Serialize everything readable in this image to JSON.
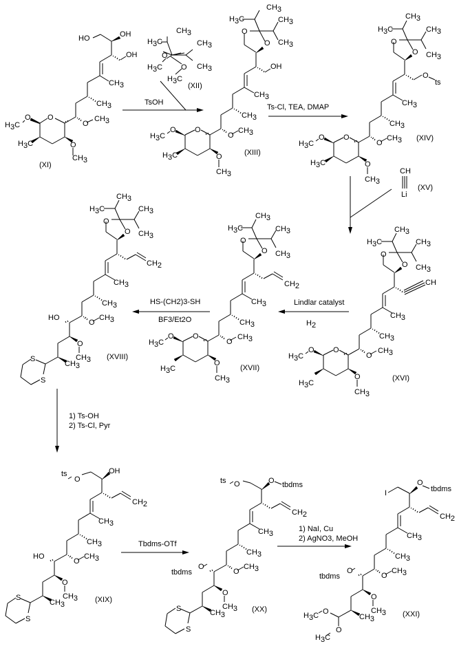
{
  "scheme": {
    "colors": {
      "ink": "#000000",
      "background": "#ffffff"
    },
    "compounds": [
      {
        "id": "XI",
        "label": "(XI)"
      },
      {
        "id": "XII",
        "label": "(XII)"
      },
      {
        "id": "XIII",
        "label": "(XIII)"
      },
      {
        "id": "XIV",
        "label": "(XIV)"
      },
      {
        "id": "XV",
        "label": "(XV)"
      },
      {
        "id": "XVI",
        "label": "(XVI)"
      },
      {
        "id": "XVII",
        "label": "(XVII)"
      },
      {
        "id": "XVIII",
        "label": "(XVIII)"
      },
      {
        "id": "XIX",
        "label": "(XIX)"
      },
      {
        "id": "XX",
        "label": "(XX)"
      },
      {
        "id": "XXI",
        "label": "(XXI)"
      }
    ],
    "reactions": [
      {
        "from": "XI",
        "to": "XIII",
        "reagents_above": "TsOH",
        "reagents_below": ""
      },
      {
        "from": "XIII",
        "to": "XIV",
        "reagents_above": "Ts-Cl, TEA, DMAP",
        "reagents_below": ""
      },
      {
        "from": "XIV",
        "to": "XVI",
        "reagents_above": "",
        "reagents_below": ""
      },
      {
        "from": "XVI",
        "to": "XVII",
        "reagents_above": "Lindlar catalyst",
        "reagents_below": "H2"
      },
      {
        "from": "XVII",
        "to": "XVIII",
        "reagents_above": "HS-(CH2)3-SH",
        "reagents_below": "BF3/Et2O"
      },
      {
        "from": "XVIII",
        "to": "XIX",
        "reagents_line1": "1) Ts-OH",
        "reagents_line2": "2) Ts-Cl, Pyr"
      },
      {
        "from": "XIX",
        "to": "XX",
        "reagents_above": "Tbdms-OTf",
        "reagents_below": ""
      },
      {
        "from": "XX",
        "to": "XXI",
        "reagents_line1": "1) NaI, Cu",
        "reagents_line2": "2) AgNO3, MeOH"
      }
    ],
    "atoms": {
      "HO": "HO",
      "OH": "OH",
      "O": "O",
      "CH3": "CH",
      "H3C": "H",
      "C": "C",
      "sub3": "3",
      "sub2": "2",
      "CH": "CH",
      "Li": "Li",
      "ts": "ts",
      "tbdms": "tbdms",
      "S": "S",
      "I": "I",
      "CH2": "CH"
    },
    "reagent_parts": {
      "h2_H": "H",
      "h2_sub": "2",
      "dithiol_a": "HS-(CH",
      "dithiol_b": ")",
      "dithiol_c": "-SH",
      "bf_a": "Bf",
      "bf_b": "/Et",
      "bf_c": "O"
    }
  }
}
